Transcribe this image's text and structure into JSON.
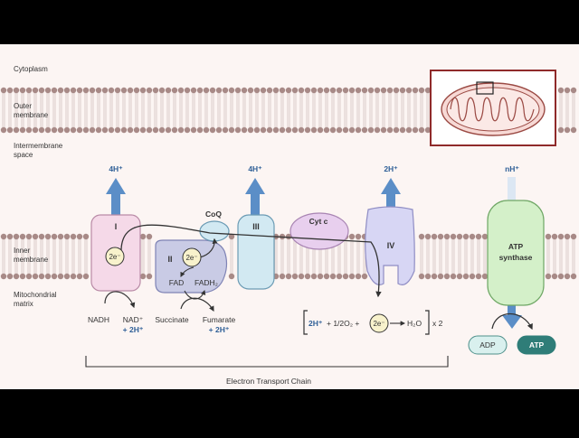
{
  "labels": {
    "cytoplasm": "Cytoplasm",
    "outer_membrane": [
      "Outer",
      "membrane"
    ],
    "intermembrane": [
      "Intermembrane",
      "space"
    ],
    "inner_membrane": [
      "Inner",
      "membrane"
    ],
    "matrix": [
      "Mitochondrial",
      "matrix"
    ]
  },
  "complexes": {
    "c1": "I",
    "c2": "II",
    "coq": "CoQ",
    "c3": "III",
    "cytc": "Cyt c",
    "c4": "IV",
    "atp_synthase": [
      "ATP",
      "synthase"
    ]
  },
  "protons": {
    "c1": "4H⁺",
    "c3": "4H⁺",
    "c4": "2H⁺",
    "atp": "nH⁺"
  },
  "electrons": {
    "c1": "2e⁻",
    "c2": "2e⁻",
    "c4": "2e⁻"
  },
  "reactions": {
    "nadh": "NADH",
    "nad": "NAD⁺",
    "nad_h": "+ 2H⁺",
    "fad": "FAD",
    "fadh2": "FADH₂",
    "succinate": "Succinate",
    "fumarate": "Fumarate",
    "fumarate_h": "+ 2H⁺",
    "o2_h": "2H⁺",
    "o2_mid": "+ 1/2O₂ +",
    "water": "H₂O",
    "times": "x 2"
  },
  "products": {
    "adp": "ADP",
    "atp": "ATP"
  },
  "chain_label": "Electron Transport Chain",
  "colors": {
    "background": "#fcf5f3",
    "membrane_head": "#a88a87",
    "proton_arrow": "#5b8ec7",
    "complex1": "#f5d9e8",
    "complex2": "#c9cbe5",
    "complex3": "#d2e9f2",
    "cytc": "#e8cfee",
    "complex4": "#d7d6f4",
    "atp_synthase": "#d4f0c9",
    "electron": "#f8f2cc",
    "adp": "#d9f0ee",
    "atp": "#2f7d78",
    "inset_border": "#8f2a2a"
  }
}
